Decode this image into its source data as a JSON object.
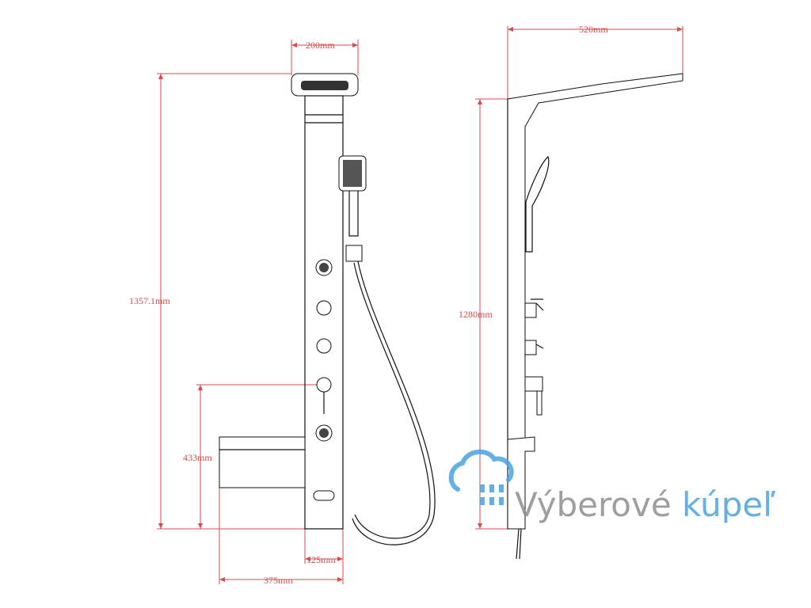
{
  "dimensions": {
    "front_top_width": "200mm",
    "front_height": "1357.1mm",
    "front_tray_height": "433mm",
    "front_depth_small": "125mm",
    "front_depth_large": "375mm",
    "side_width": "520mm",
    "side_height": "1280mm"
  },
  "watermark": {
    "text_main": "Výberové ",
    "text_accent": "kúpeľ"
  },
  "colors": {
    "dimension": "#d94b4b",
    "ink": "#111111",
    "brand_gray": "#8e8e8e",
    "brand_blue": "#4aa3e0"
  }
}
